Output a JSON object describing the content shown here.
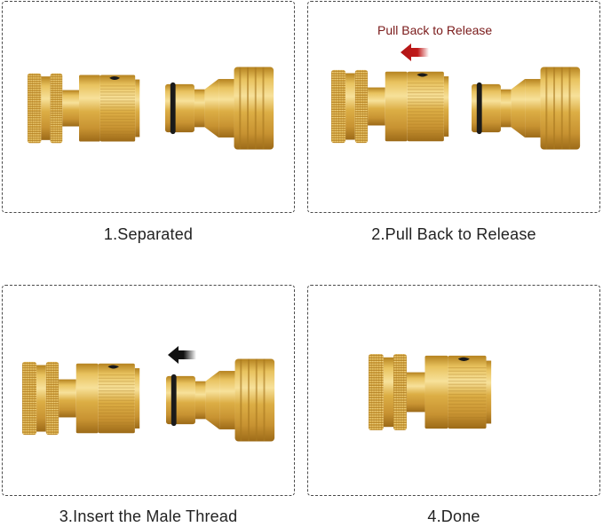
{
  "steps": [
    {
      "number": 1,
      "caption": "1.Separated",
      "state": "separated"
    },
    {
      "number": 2,
      "caption": "2.Pull Back to Release",
      "state": "pull-back",
      "hint": "Pull Back to Release",
      "arrow_color": "#b01515"
    },
    {
      "number": 3,
      "caption": "3.Insert the Male Thread",
      "state": "insert",
      "arrow_color": "#111111"
    },
    {
      "number": 4,
      "caption": "4.Done",
      "state": "connected"
    }
  ],
  "colors": {
    "brass_light": "#f1d27a",
    "brass_mid": "#d9a93a",
    "brass_dark": "#a9761c",
    "oring": "#1a1a1a",
    "border": "#4a4a4a",
    "hint_text": "#7a1a1a"
  }
}
